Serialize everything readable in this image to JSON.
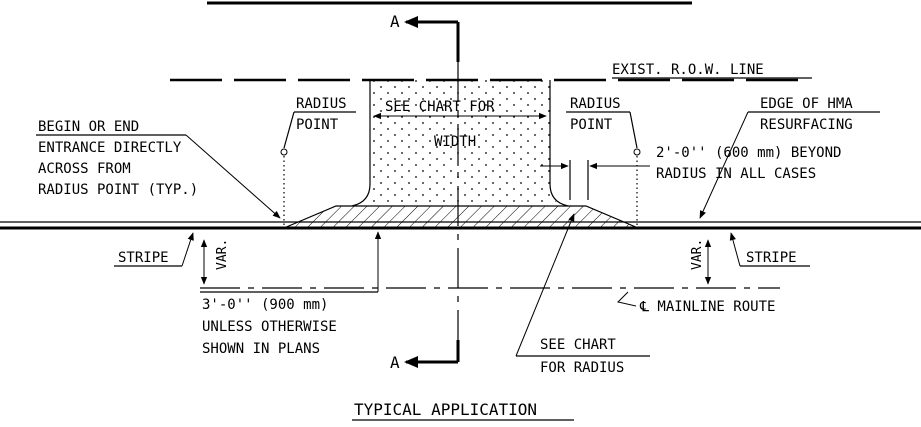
{
  "section_marks": {
    "top": "A",
    "bottom": "A"
  },
  "labels": {
    "exist_row_line": "EXIST. R.O.W. LINE",
    "radius_point_left_1": "RADIUS",
    "radius_point_left_2": "POINT",
    "radius_point_right_1": "RADIUS",
    "radius_point_right_2": "POINT",
    "see_chart_width_1": "SEE CHART FOR",
    "see_chart_width_2": "WIDTH",
    "edge_hma_1": "EDGE OF HMA",
    "edge_hma_2": "RESURFACING",
    "begin_end_1": "BEGIN OR END",
    "begin_end_2": "ENTRANCE DIRECTLY",
    "begin_end_3": "ACROSS FROM",
    "begin_end_4": "RADIUS POINT (TYP.)",
    "beyond_1": "2'-0'' (600 mm) BEYOND",
    "beyond_2": "RADIUS IN ALL CASES",
    "stripe_left": "STRIPE",
    "stripe_right": "STRIPE",
    "var_left": "VAR.",
    "var_right": "VAR.",
    "offset_1": "3'-0'' (900 mm)",
    "offset_2": "UNLESS OTHERWISE",
    "offset_3": "SHOWN IN PLANS",
    "mainline": "℄ MAINLINE ROUTE",
    "see_chart_radius_1": "SEE CHART",
    "see_chart_radius_2": "FOR RADIUS"
  },
  "title": "TYPICAL APPLICATION",
  "colors": {
    "ink": "#000000",
    "background": "#ffffff"
  }
}
